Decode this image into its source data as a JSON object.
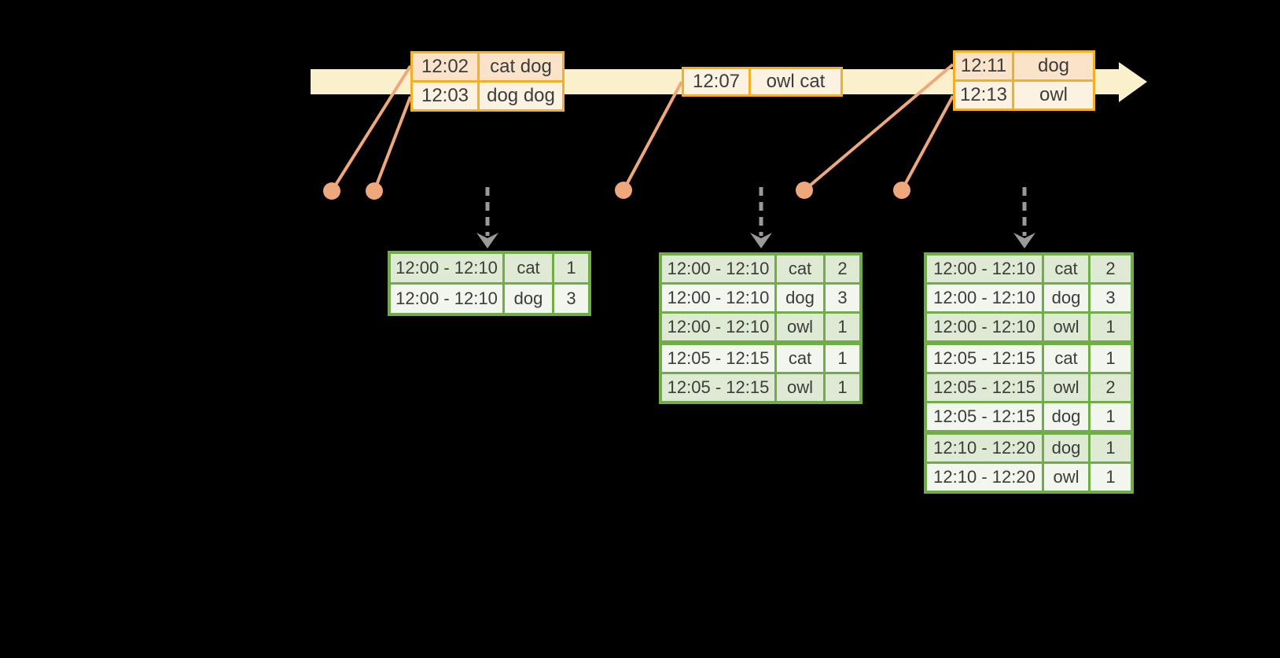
{
  "colors": {
    "background": "#000000",
    "timeline_fill": "#fbf0cc",
    "event_border": "#f2b029",
    "event_row_dark": "#fae3c8",
    "event_row_light": "#fcf2e2",
    "result_border": "#6fad47",
    "result_row_dark": "#dfead4",
    "result_row_light": "#f2f6ee",
    "connector": "#efa77c",
    "dashed_arrow": "#9a9a9a",
    "text": "#3c3c3c"
  },
  "icons": [
    "timeline-arrow-icon",
    "event-dot-icon",
    "trigger-down-arrow-icon"
  ],
  "event_tables": [
    {
      "id": "events-12-02",
      "rows": [
        {
          "time": "12:02",
          "words": "cat dog",
          "tone": "dark"
        },
        {
          "time": "12:03",
          "words": "dog dog",
          "tone": "light"
        }
      ]
    },
    {
      "id": "events-12-07",
      "rows": [
        {
          "time": "12:07",
          "words": "owl cat",
          "tone": "light"
        }
      ]
    },
    {
      "id": "events-12-11",
      "rows": [
        {
          "time": "12:11",
          "words": "dog",
          "tone": "dark"
        },
        {
          "time": "12:13",
          "words": "owl",
          "tone": "light"
        }
      ]
    }
  ],
  "result_tables": [
    {
      "id": "counts-trigger-1",
      "groups": [
        2
      ],
      "rows": [
        [
          "12:00 - 12:10",
          "cat",
          "1"
        ],
        [
          "12:00 - 12:10",
          "dog",
          "3"
        ]
      ]
    },
    {
      "id": "counts-trigger-2",
      "groups": [
        3,
        2
      ],
      "rows": [
        [
          "12:00 - 12:10",
          "cat",
          "2"
        ],
        [
          "12:00 - 12:10",
          "dog",
          "3"
        ],
        [
          "12:00 - 12:10",
          "owl",
          "1"
        ],
        [
          "12:05 - 12:15",
          "cat",
          "1"
        ],
        [
          "12:05 - 12:15",
          "owl",
          "1"
        ]
      ]
    },
    {
      "id": "counts-trigger-3",
      "groups": [
        3,
        3,
        2
      ],
      "rows": [
        [
          "12:00 - 12:10",
          "cat",
          "2"
        ],
        [
          "12:00 - 12:10",
          "dog",
          "3"
        ],
        [
          "12:00 - 12:10",
          "owl",
          "1"
        ],
        [
          "12:05 - 12:15",
          "cat",
          "1"
        ],
        [
          "12:05 - 12:15",
          "owl",
          "2"
        ],
        [
          "12:05 - 12:15",
          "dog",
          "1"
        ],
        [
          "12:10 - 12:20",
          "dog",
          "1"
        ],
        [
          "12:10 - 12:20",
          "owl",
          "1"
        ]
      ]
    }
  ]
}
